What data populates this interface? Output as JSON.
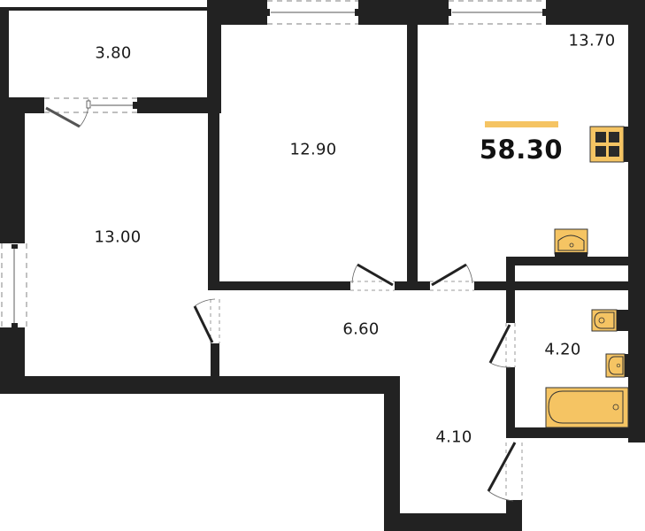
{
  "plan": {
    "total_area": "58.30",
    "accent_color": "#F5C463",
    "wall_color": "#222222",
    "rooms": [
      {
        "id": "balcony",
        "area": "3.80"
      },
      {
        "id": "bedroom-left",
        "area": "13.00"
      },
      {
        "id": "bedroom-middle",
        "area": "12.90"
      },
      {
        "id": "kitchen-living",
        "area": "13.70"
      },
      {
        "id": "hallway",
        "area": "6.60"
      },
      {
        "id": "corridor-entrance",
        "area": "4.10"
      },
      {
        "id": "bathroom",
        "area": "4.20"
      }
    ],
    "fixtures": [
      "stove-icon",
      "kitchen-sink-icon",
      "toilet-icon",
      "washbasin-icon",
      "bathtub-icon"
    ]
  }
}
